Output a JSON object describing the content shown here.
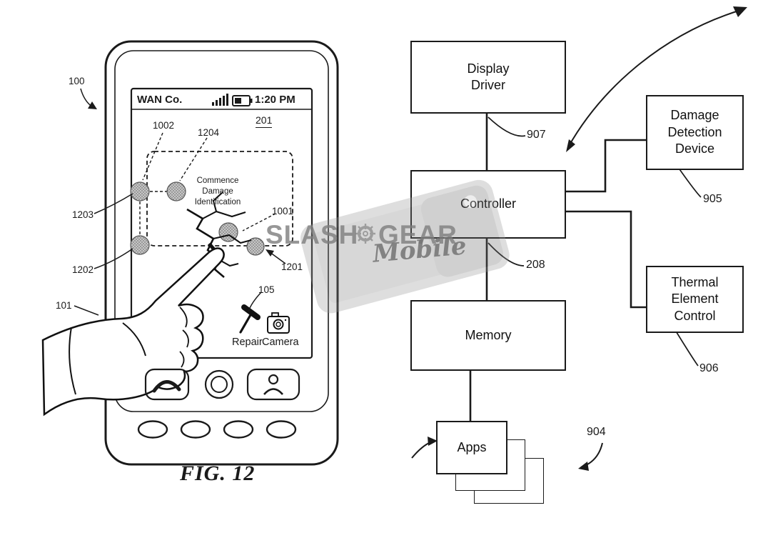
{
  "figure": {
    "caption": "FIG. 12"
  },
  "phone": {
    "carrier": "WAN Co.",
    "time": "1:20 PM",
    "screen_ref": "201",
    "message": "Commence Damage Identification",
    "repair_label": "Repair",
    "camera_label": "Camera"
  },
  "refs": {
    "n100": "100",
    "n101": "101",
    "n105": "105",
    "n1001": "1001",
    "n1002": "1002",
    "n1201": "1201",
    "n1202": "1202",
    "n1203": "1203",
    "n1204": "1204",
    "n208": "208",
    "n904": "904",
    "n905": "905",
    "n906": "906",
    "n907": "907"
  },
  "blocks": {
    "display_driver": "Display Driver",
    "controller": "Controller",
    "memory": "Memory",
    "apps": "Apps",
    "damage_detection": "Damage Detection Device",
    "thermal": "Thermal Element Control"
  },
  "watermark": {
    "brand_left": "SLASH",
    "brand_right": "GEAR",
    "tagline": "Mobile"
  },
  "colors": {
    "ink": "#1a1a1a",
    "watermark": "#8f8f8f"
  }
}
